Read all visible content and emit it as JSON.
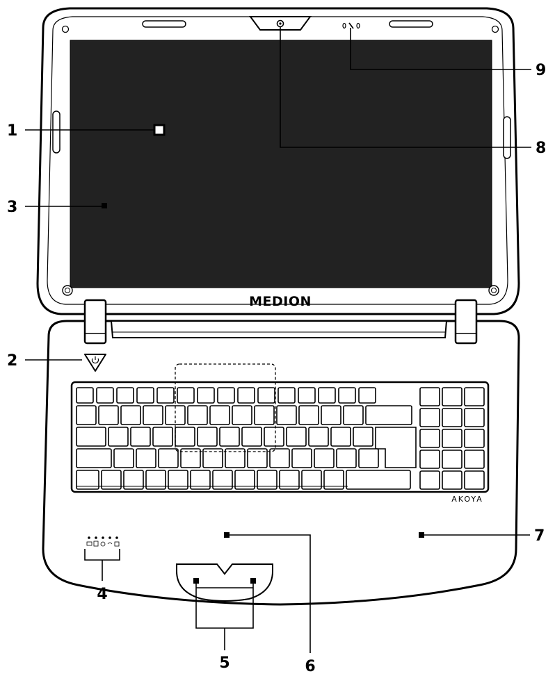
{
  "branding": {
    "brand": "MEDION",
    "model": "AKOYA"
  },
  "callouts": [
    {
      "id": "1",
      "label": "1"
    },
    {
      "id": "2",
      "label": "2"
    },
    {
      "id": "3",
      "label": "3"
    },
    {
      "id": "4",
      "label": "4"
    },
    {
      "id": "5",
      "label": "5"
    },
    {
      "id": "6",
      "label": "6"
    },
    {
      "id": "7",
      "label": "7"
    },
    {
      "id": "8",
      "label": "8"
    },
    {
      "id": "9",
      "label": "9"
    }
  ],
  "colors": {
    "line": "#000000",
    "screen": "#222222",
    "body": "#ffffff"
  },
  "icons": {
    "power_button": "power-icon",
    "webcam": "webcam-icon",
    "microphone": "microphone-icon"
  }
}
